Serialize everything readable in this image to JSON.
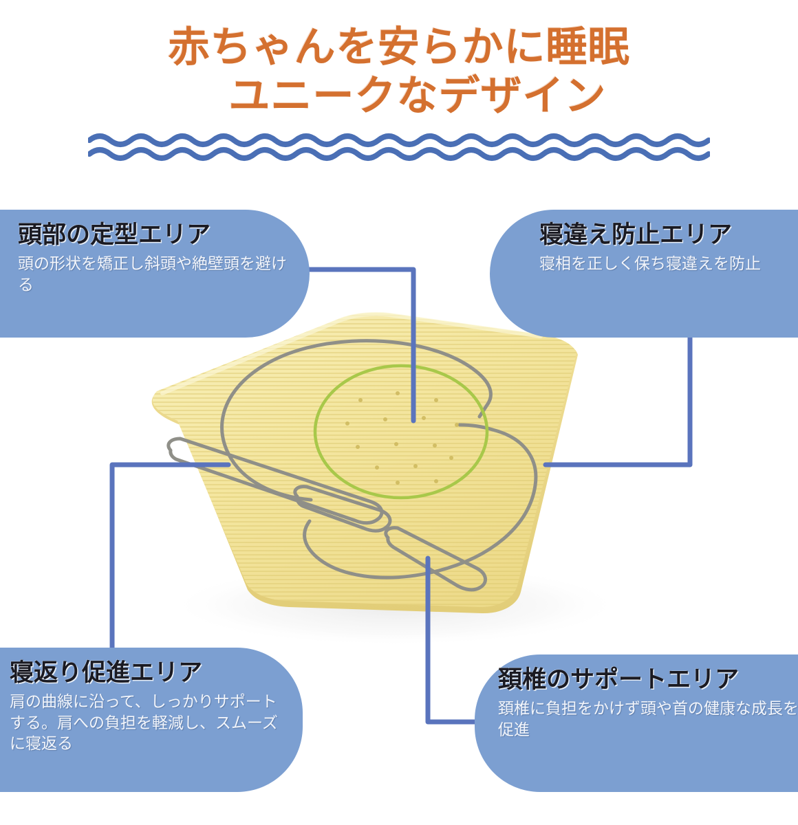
{
  "header": {
    "title_line1": "赤ちゃんを安らかに睡眠",
    "title_line2": "ユニークなデザイン",
    "title_color": "#d4702f",
    "divider_icon": "wave-divider-icon",
    "divider_color": "#4a6fb5"
  },
  "colors": {
    "callout_background": "#7c9fd1",
    "callout_title_text": "#1a1a22",
    "callout_body_text": "#f2f5fb",
    "connector_line": "#5a74bd",
    "pillow_body": "#f2e49a",
    "pillow_highlight": "#f7efc0",
    "pillow_outline": "#8c8c86",
    "pillow_circle_outline": "#a8c84a",
    "page_background": "#ffffff"
  },
  "callouts": [
    {
      "id": "head-shaping-area",
      "position": "top-left",
      "title": "頭部の定型エリア",
      "body": "頭の形状を矯正し斜頭や絶壁頭を避ける"
    },
    {
      "id": "stiff-neck-prevention-area",
      "position": "top-right",
      "title": "寝違え防止エリア",
      "body": "寝相を正しく保ち寝違えを防止"
    },
    {
      "id": "rollover-promotion-area",
      "position": "bottom-left",
      "title": "寝返り促進エリア",
      "body": "肩の曲線に沿って、しっかりサポートする。肩への負担を軽減し、スムーズに寝返る"
    },
    {
      "id": "cervical-support-area",
      "position": "bottom-right",
      "title": "頚椎のサポートエリア",
      "body": "頚椎に負担をかけず頭や首の健康な成長を促進"
    }
  ],
  "product": {
    "image_name": "baby-pillow-illustration",
    "description": "黄色のベビー枕 立体図",
    "center_zone": "円形の頭部定型くぼみ"
  }
}
